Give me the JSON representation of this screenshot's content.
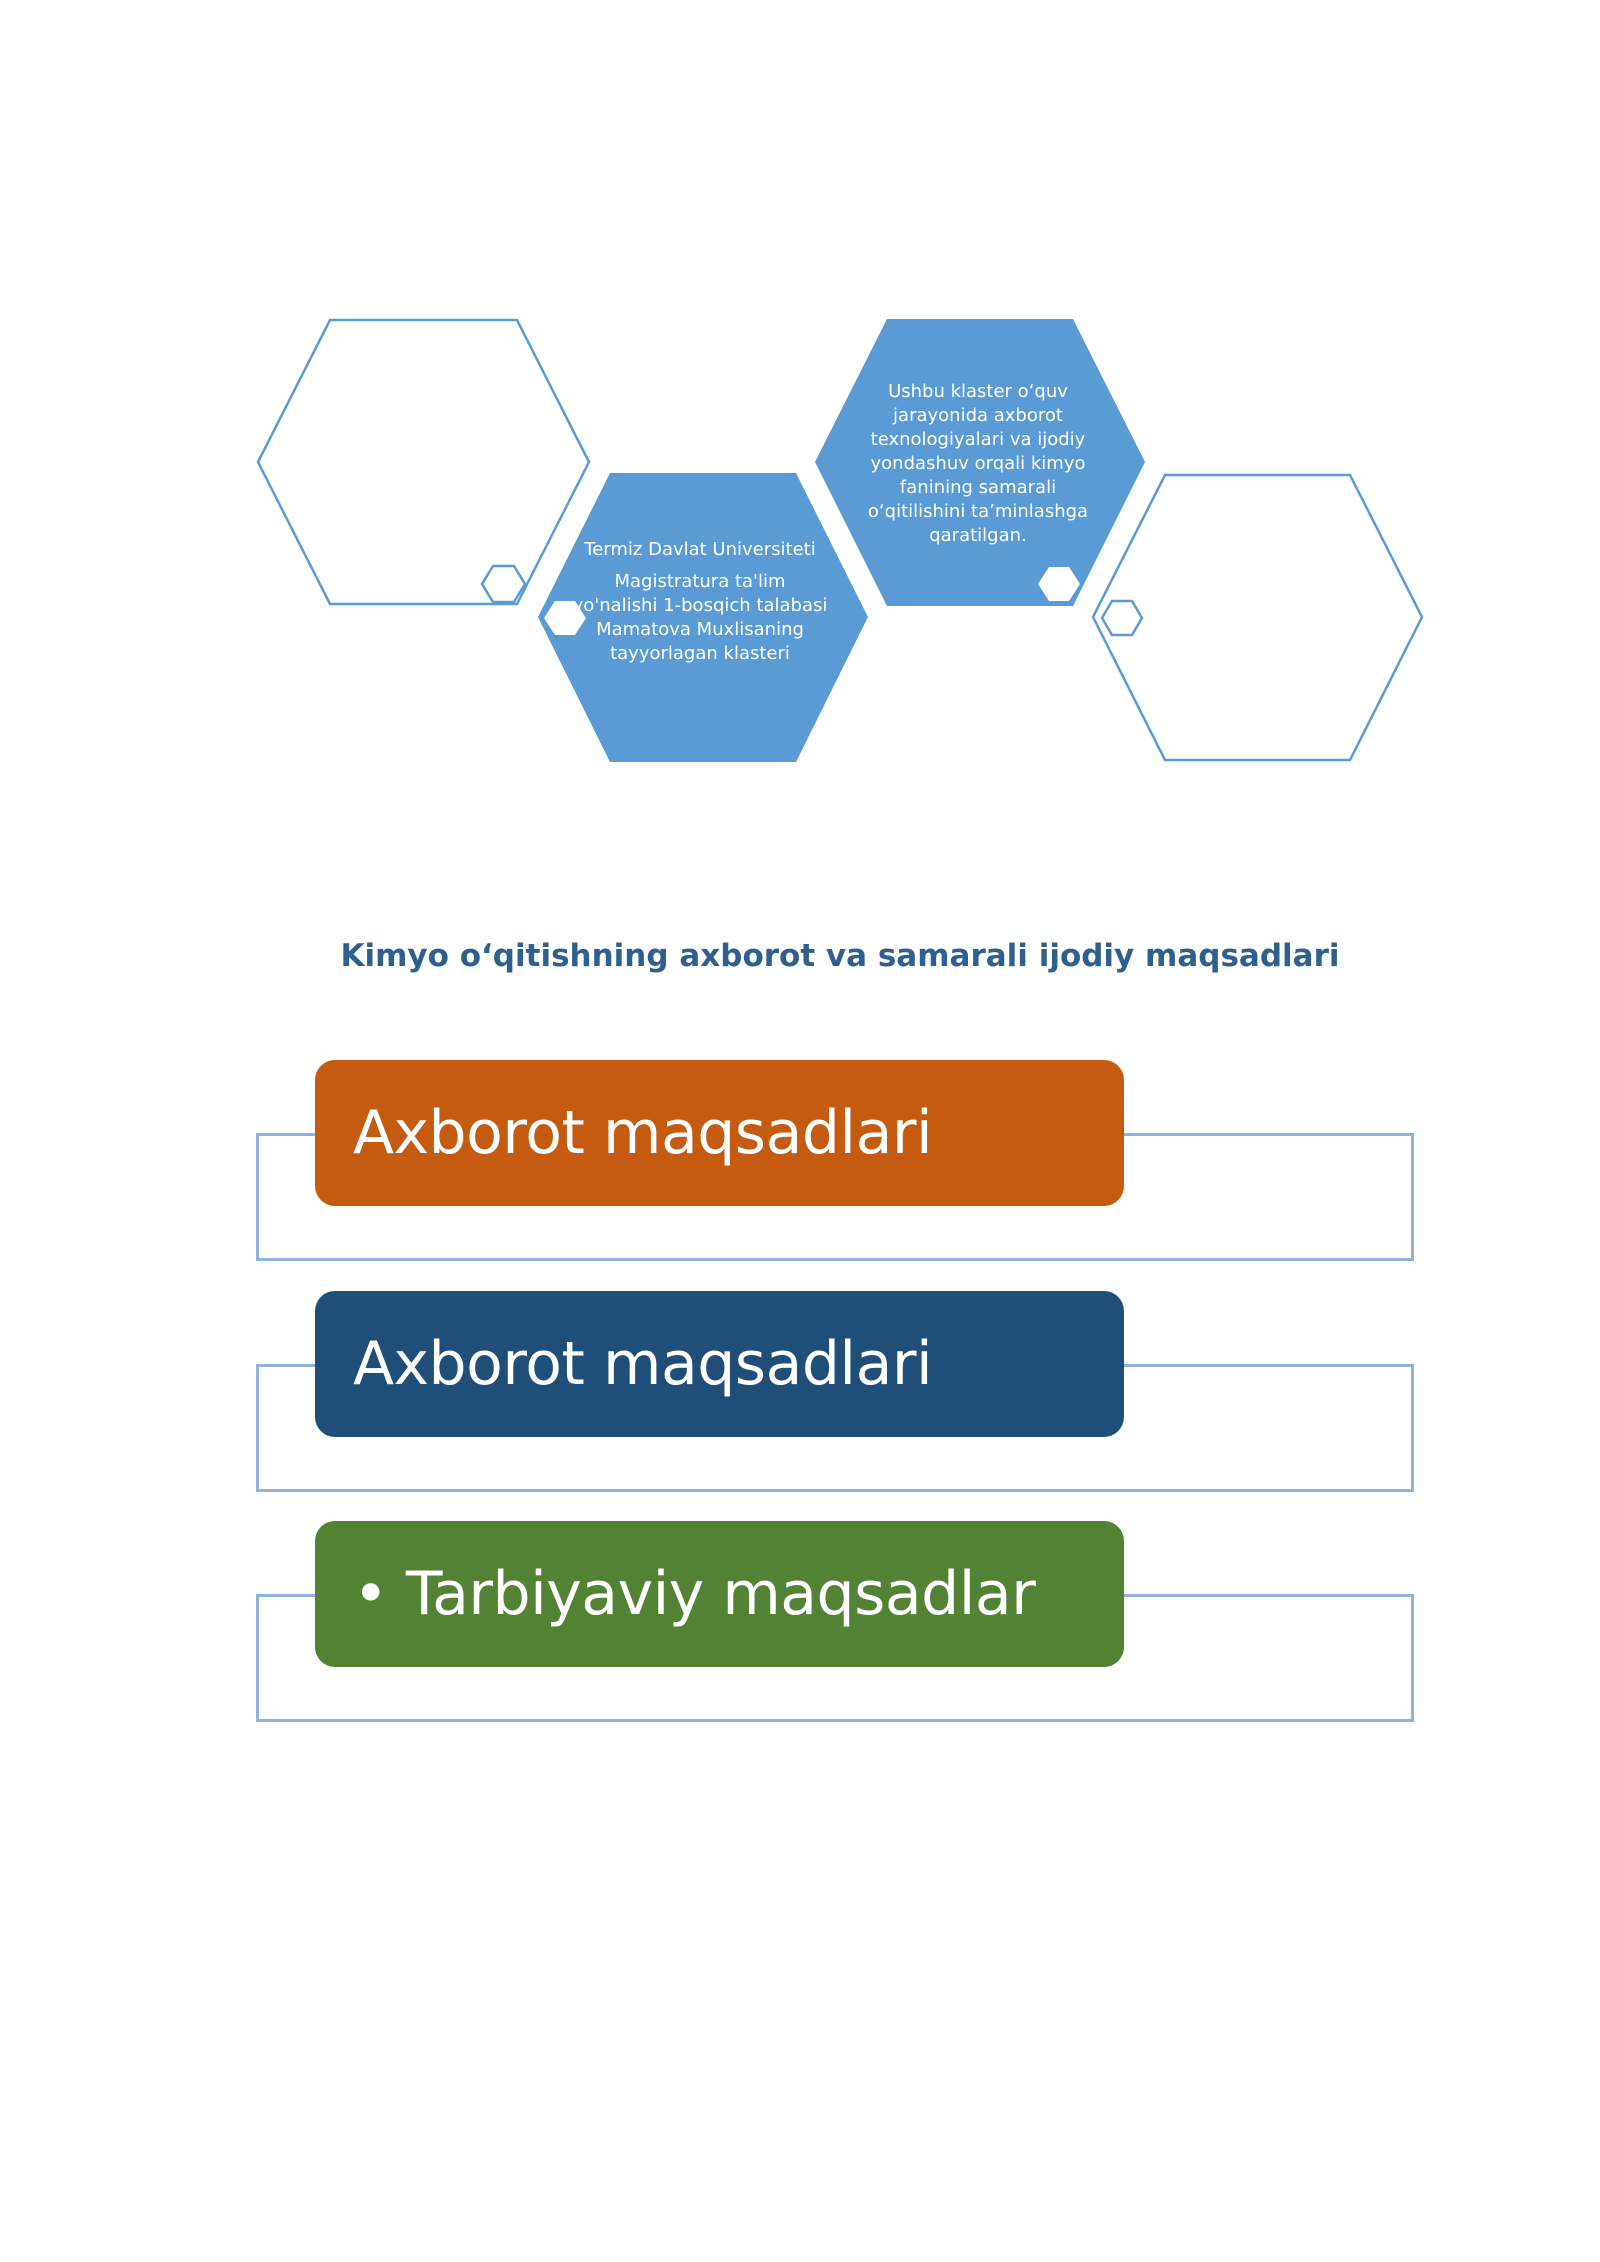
{
  "cluster": {
    "hex2": {
      "line1": "Termiz Davlat Universiteti",
      "line2": "Magistratura ta'lim yo'nalishi 1-bosqich talabasi Mamatova Muxlisaning tayyorlagan klasteri"
    },
    "hex3": {
      "text": "Ushbu klaster o‘quv jarayonida axborot texnologiyalari va ijodiy yondashuv orqali kimyo fanining samarali o‘qitilishini ta’minlashga qaratilgan."
    }
  },
  "section_title": "Kimyo o‘qitishning axborot va samarali ijodiy maqsadlari",
  "goals": [
    {
      "label": "Axborot maqsadlari",
      "bullet": "",
      "color": "#c55a11"
    },
    {
      "label": "Axborot maqsadlari",
      "bullet": "",
      "color": "#1f4e79"
    },
    {
      "label": "Tarbiyaviy maqsadlar",
      "bullet": "•",
      "color": "#548235"
    }
  ],
  "colors": {
    "hex_fill": "#5b9bd5",
    "hex_outline": "#5b9bd5",
    "frame_outline": "#8eb3dc",
    "title": "#2e5f8e"
  }
}
